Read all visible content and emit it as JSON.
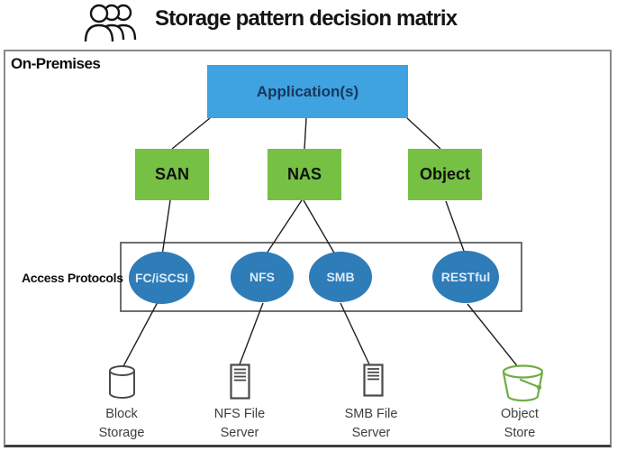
{
  "header": {
    "title": "Storage pattern decision matrix",
    "icon": "people-group-icon"
  },
  "diagram": {
    "region_label": "On-Premises",
    "application": {
      "label": "Application(s)"
    },
    "storage_types": [
      {
        "label": "SAN"
      },
      {
        "label": "NAS"
      },
      {
        "label": "Object"
      }
    ],
    "access_protocols": {
      "label": "Access Protocols",
      "items": [
        "FC/iSCSI",
        "NFS",
        "SMB",
        "RESTful"
      ]
    },
    "backends": [
      {
        "label": "Block Storage",
        "icon": "cylinder-icon"
      },
      {
        "label": "NFS File Server",
        "icon": "server-icon"
      },
      {
        "label": "SMB File Server",
        "icon": "server-icon"
      },
      {
        "label": "Object Store",
        "icon": "bucket-icon"
      }
    ],
    "colors": {
      "application_box": "#3fa2e1",
      "application_text": "#17375e",
      "storage_type_box": "#76c044",
      "protocol_ellipse": "#2e7cb8",
      "protocol_text": "#dcebf7",
      "bucket_green": "#70ad47",
      "icon_gray": "#4a4a4a",
      "connector": "#1f1f1f",
      "frame_border": "#8a8a8a"
    }
  }
}
